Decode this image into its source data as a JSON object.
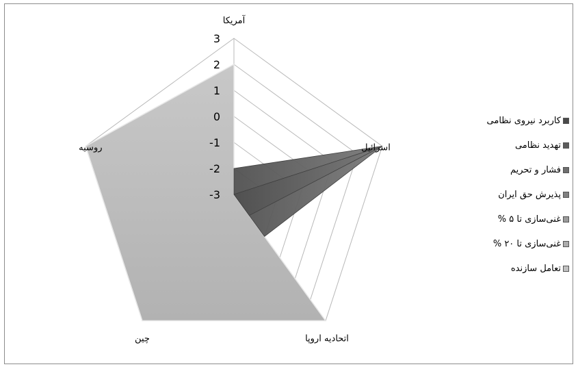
{
  "chart_data": {
    "type": "radar",
    "categories": [
      "آمریکا",
      "اسرائیل",
      "اتحادیه اروپا",
      "چین",
      "روسیه"
    ],
    "axis_ticks": [
      "3",
      "2",
      "1",
      "0",
      "-1",
      "-2",
      "-3"
    ],
    "rmin": -3,
    "rmax": 3,
    "legend_position": "right",
    "series": [
      {
        "name": "کاربرد نیروی نظامی",
        "values": [
          -3,
          3,
          -3,
          -3,
          -3
        ],
        "color": "#4a4a4a"
      },
      {
        "name": "تهدید نظامی",
        "values": [
          -2,
          3,
          -2,
          -3,
          -3
        ],
        "color": "#5c5c5c"
      },
      {
        "name": "فشار و تحریم",
        "values": [
          -3,
          3,
          -1,
          -3,
          -3
        ],
        "color": "#6e6e6e"
      },
      {
        "name": "پذیرش حق ایران",
        "values": [
          -3,
          -3,
          -3,
          -3,
          -3
        ],
        "color": "#808080"
      },
      {
        "name": "غنی‌سازی تا ۵ %",
        "values": [
          -3,
          -3,
          -3,
          -3,
          -3
        ],
        "color": "#9a9a9a"
      },
      {
        "name": "غنی‌سازی تا ۲۰ %",
        "values": [
          -3,
          -3,
          -3,
          -3,
          -3
        ],
        "color": "#acacac"
      },
      {
        "name": "تعامل سازنده",
        "values": [
          2,
          -3,
          3,
          3,
          3
        ],
        "color": "#c0c0c0"
      }
    ]
  }
}
